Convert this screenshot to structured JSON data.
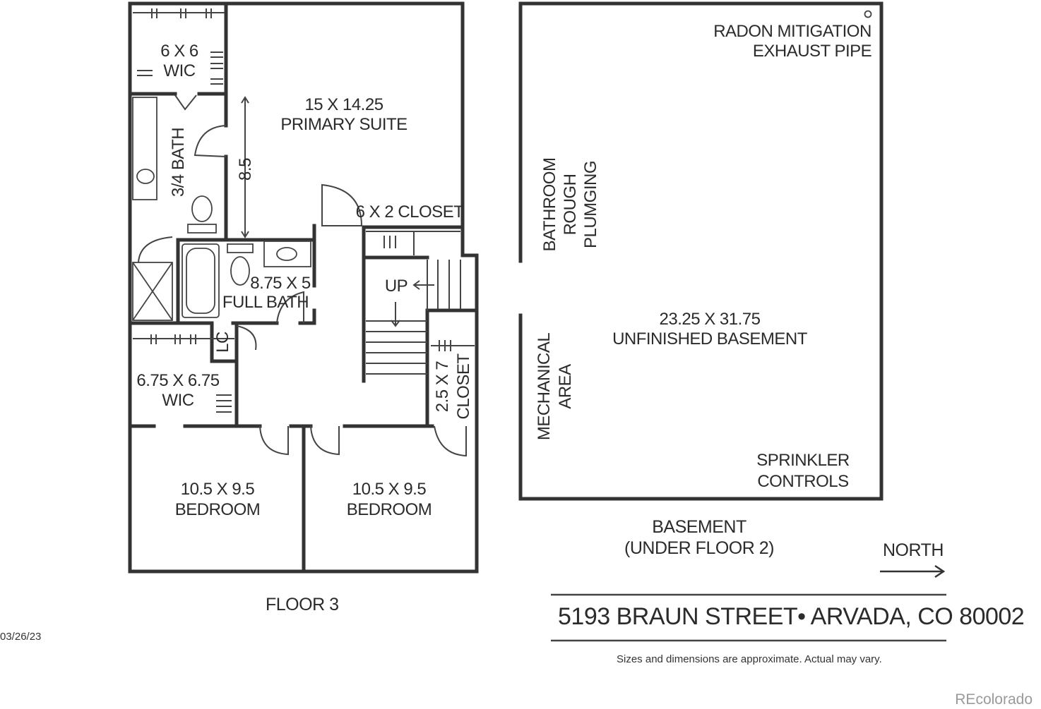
{
  "floor3": {
    "title": "FLOOR 3",
    "rooms": {
      "wic_small": {
        "dim": "6 X 6",
        "name": "WIC"
      },
      "primary_suite": {
        "dim": "15 X 14.25",
        "name": "PRIMARY SUITE"
      },
      "three_quarter_bath": {
        "name": "3/4 BATH"
      },
      "dimension_line": {
        "value": "8.5"
      },
      "closet_6x2": {
        "name": "6 X 2 CLOSET"
      },
      "full_bath": {
        "dim": "8.75 X 5",
        "name": "FULL BATH"
      },
      "stairs": {
        "label": "UP"
      },
      "linen_closet": {
        "name": "LC"
      },
      "wic_large": {
        "dim": "6.75 X 6.75",
        "name": "WIC"
      },
      "closet_2_5x7": {
        "dim": "2.5 X 7",
        "name": "CLOSET"
      },
      "bedroom_left": {
        "dim": "10.5 X 9.5",
        "name": "BEDROOM"
      },
      "bedroom_right": {
        "dim": "10.5 X 9.5",
        "name": "BEDROOM"
      }
    }
  },
  "basement": {
    "title_line1": "BASEMENT",
    "title_line2": "(UNDER FLOOR 2)",
    "radon_line1": "RADON MITIGATION",
    "radon_line2": "EXHAUST PIPE",
    "plumbing_line1": "BATHROOM",
    "plumbing_line2": "ROUGH",
    "plumbing_line3": "PLUMGING",
    "main_dim": "23.25 X 31.75",
    "main_name": "UNFINISHED BASEMENT",
    "mechanical_line1": "MECHANICAL",
    "mechanical_line2": "AREA",
    "sprinkler_line1": "SPRINKLER",
    "sprinkler_line2": "CONTROLS"
  },
  "compass": {
    "label": "NORTH"
  },
  "footer": {
    "address": "5193 BRAUN STREET• ARVADA, CO 80002",
    "disclaimer": "Sizes and dimensions are approximate.  Actual may vary.",
    "date": "03/26/23",
    "watermark": "REcolorado"
  }
}
